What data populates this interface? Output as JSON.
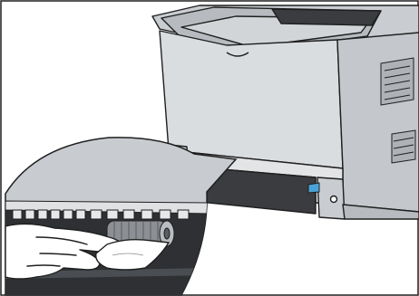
{
  "illustration": {
    "subject": "printer-roller-cleaning",
    "elements": [
      "printer",
      "output-tray",
      "front-cover",
      "ventilation-grille",
      "paper-feed-tab",
      "magnified-roller-view",
      "hand",
      "cleaning-cloth"
    ]
  },
  "colors": {
    "printer_body": "#d9dcdf",
    "printer_shadow": "#b7bbbf",
    "printer_top": "#c9ccd0",
    "dark_panel": "#3a3c3f",
    "outline": "#1f1f1f",
    "lens_background": "#c8ccd0",
    "cloth": "#ffffff",
    "hand": "#ffffff",
    "feed_tab": "#4aa3d8"
  }
}
